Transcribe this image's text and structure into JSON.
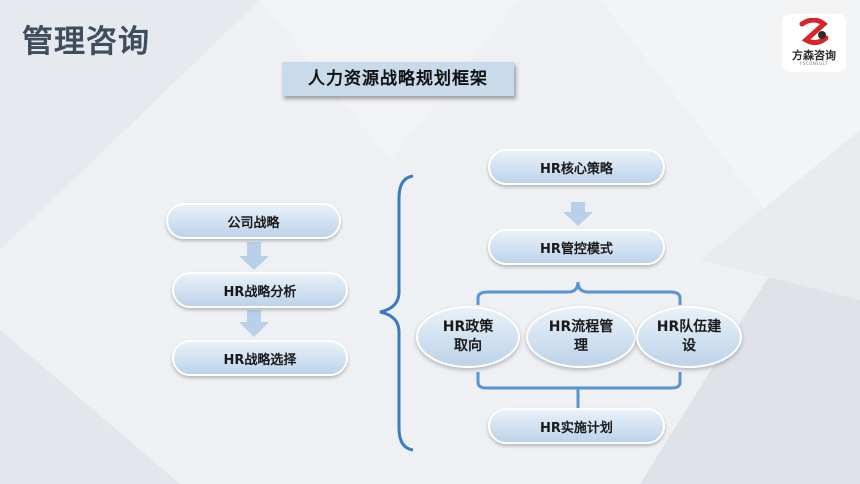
{
  "page": {
    "title": "管理咨询",
    "heading": "人力资源战略规划框架"
  },
  "logo": {
    "name": "方森咨询",
    "tagline": "FSCONSULT"
  },
  "left_flow": [
    "公司战略",
    "HR战略分析",
    "HR战略选择"
  ],
  "right_flow": {
    "top": [
      "HR核心策略",
      "HR管控模式"
    ],
    "pillars": [
      {
        "line1": "HR政策",
        "line2": "取向"
      },
      {
        "line1": "HR流程管",
        "line2": "理"
      },
      {
        "line1": "HR队伍建",
        "line2": "设"
      }
    ],
    "bottom": "HR实施计划"
  },
  "colors": {
    "node_fill": "#c9daea",
    "arrow": "#b9d0ea",
    "brace": "#3b7bbf",
    "connector": "#5b95d0",
    "title_text": "#3f4d5c"
  }
}
